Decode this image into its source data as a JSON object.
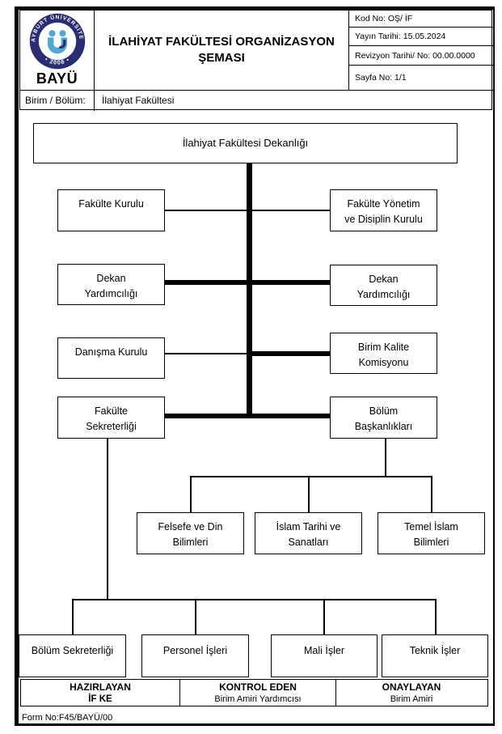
{
  "header": {
    "logo": {
      "circular_text": "BAYBURT ÜNİVERSİTESİ",
      "year_text": "• 2008 •",
      "abbr": "BAYÜ"
    },
    "title_line1": "İLAHİYAT FAKÜLTESİ ORGANİZASYON",
    "title_line2": "ŞEMASI",
    "info_rows": [
      "Kod No: OŞ/ İF",
      "Yayın Tarihi: 15.05.2024",
      "Revizyon Tarihi/ No: 00.00.0000",
      "Sayfa No: 1/1"
    ],
    "unit_label": "Birim / Bölüm:",
    "unit_value": "İlahiyat Fakültesi"
  },
  "orgchart": {
    "nodes": [
      {
        "id": "dekanlik",
        "label": "İlahiyat Fakültesi Dekanlığı"
      },
      {
        "id": "fakulte-kurulu",
        "label": "Fakülte Kurulu"
      },
      {
        "id": "fakulte-yonetim-disiplin",
        "label": "Fakülte Yönetim\nve Disiplin Kurulu"
      },
      {
        "id": "dekan-yardimciligi-sol",
        "label": "Dekan\nYardımcılığı"
      },
      {
        "id": "dekan-yardimciligi-sag",
        "label": "Dekan\nYardımcılığı"
      },
      {
        "id": "danisma-kurulu",
        "label": "Danışma Kurulu"
      },
      {
        "id": "birim-kalite-komisyonu",
        "label": "Birim Kalite\nKomisyonu"
      },
      {
        "id": "fakulte-sekreterligi",
        "label": "Fakülte\nSekreterliği"
      },
      {
        "id": "bolum-baskanliklari",
        "label": "Bölüm\nBaşkanlıkları"
      },
      {
        "id": "felsefe-ve-din-bilimleri",
        "label": "Felsefe ve Din\nBilimleri"
      },
      {
        "id": "islam-tarihi-ve-sanatlari",
        "label": "İslam Tarihi ve\nSanatları"
      },
      {
        "id": "temel-islam-bilimleri",
        "label": "Temel İslam\nBilimleri"
      },
      {
        "id": "bolum-sekreterligi",
        "label": "Bölüm Sekreterliği"
      },
      {
        "id": "personel-isleri",
        "label": "Personel İşleri"
      },
      {
        "id": "mali-isler",
        "label": "Mali İşler"
      },
      {
        "id": "teknik-isler",
        "label": "Teknik İşler"
      }
    ]
  },
  "footer": {
    "sections": [
      {
        "title": "HAZIRLAYAN",
        "value": "İF KE"
      },
      {
        "title": "KONTROL EDEN",
        "value": "Birim Amiri Yardımcısı"
      },
      {
        "title": "ONAYLAYAN",
        "value": "Birim Amiri"
      }
    ],
    "form_no": "Form No:F45/BAYÜ/00"
  },
  "colors": {
    "logo_navy": "#2a2d72",
    "logo_blue": "#4fa8d5"
  }
}
